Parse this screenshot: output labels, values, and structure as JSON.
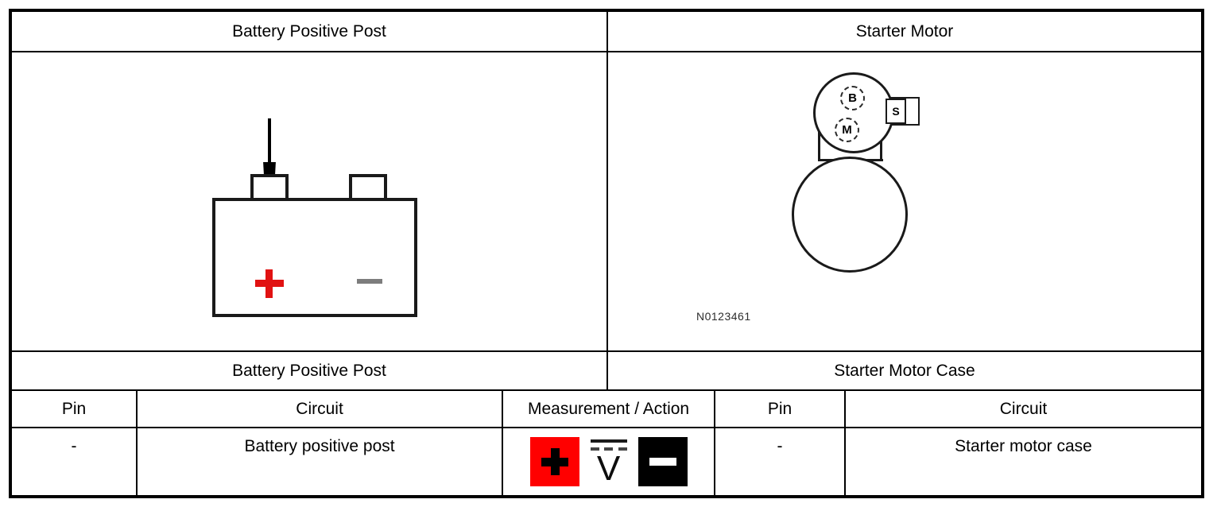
{
  "table": {
    "headers": [
      {
        "label": "Battery Positive Post"
      },
      {
        "label": "Starter Motor"
      }
    ],
    "sub_headers": [
      {
        "label": "Battery Positive Post"
      },
      {
        "label": "Starter Motor Case"
      }
    ],
    "column_headers": {
      "pin_left": "Pin",
      "circuit_left": "Circuit",
      "measurement": "Measurement / Action",
      "pin_right": "Pin",
      "circuit_right": "Circuit"
    },
    "data_row": {
      "pin_left": "-",
      "circuit_left": "Battery positive post",
      "pin_right": "-",
      "circuit_right": "Starter motor case"
    }
  },
  "measurement_icons": [
    {
      "name": "positive-probe-icon",
      "glyph": "+",
      "background": "#ff0000",
      "foreground": "#000000"
    },
    {
      "name": "dc-voltage-icon",
      "glyph": "V",
      "background": "#ffffff",
      "foreground": "#000000"
    },
    {
      "name": "negative-probe-icon",
      "glyph": "−",
      "background": "#000000",
      "foreground": "#ffffff"
    }
  ],
  "battery_figure": {
    "positive_marker": "+",
    "negative_marker": "−",
    "positive_marker_color": "#e11212",
    "negative_marker_color": "#7d7d7d"
  },
  "starter_figure": {
    "terminal_b": "B",
    "terminal_m": "M",
    "terminal_s": "S",
    "reference_number": "N0123461"
  }
}
